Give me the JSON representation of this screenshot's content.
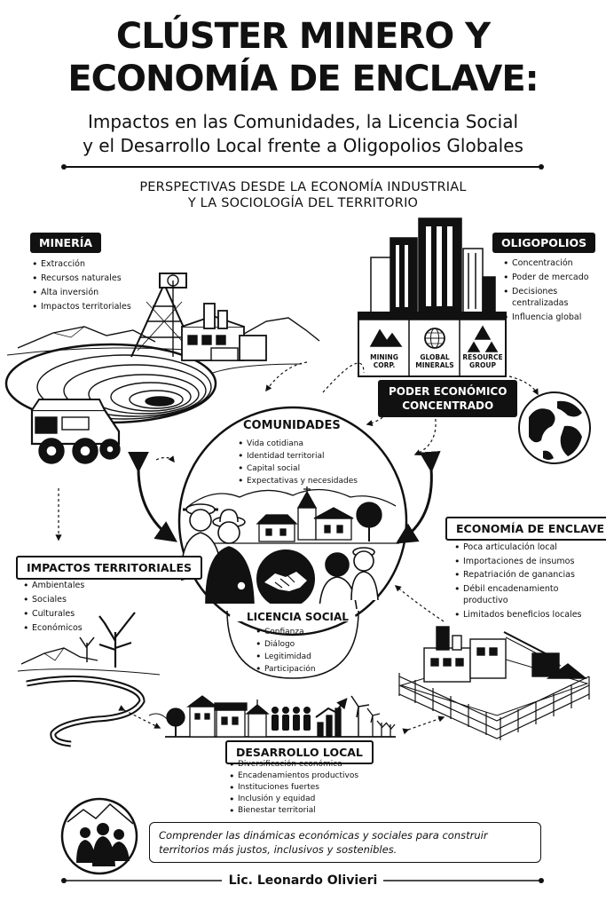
{
  "title": {
    "line1": "CLÚSTER MINERO Y",
    "line2": "ECONOMÍA DE ENCLAVE:"
  },
  "subtitle": {
    "line1": "Impactos en las Comunidades, la Licencia Social",
    "line2": "y el Desarrollo Local frente a Oligopolios Globales"
  },
  "perspective": {
    "line1": "PERSPECTIVAS DESDE LA ECONOMÍA INDUSTRIAL",
    "line2": "Y LA SOCIOLOGÍA DEL TERRITORIO"
  },
  "mineria": {
    "label": "MINERÍA",
    "items": [
      "Extracción",
      "Recursos naturales",
      "Alta inversión",
      "Impactos territoriales"
    ]
  },
  "oligopolios": {
    "label": "OLIGOPOLIOS",
    "items": [
      "Concentración",
      "Poder de mercado",
      "Decisiones centralizadas",
      "Influencia global"
    ]
  },
  "corporations": [
    {
      "line1": "MINING",
      "line2": "CORP."
    },
    {
      "line1": "GLOBAL",
      "line2": "MINERALS"
    },
    {
      "line1": "RESOURCE",
      "line2": "GROUP"
    }
  ],
  "poder": {
    "line1": "PODER ECONÓMICO",
    "line2": "CONCENTRADO"
  },
  "comunidades": {
    "label": "COMUNIDADES",
    "items": [
      "Vida cotidiana",
      "Identidad territorial",
      "Capital social",
      "Expectativas y necesidades"
    ]
  },
  "licencia": {
    "label": "LICENCIA SOCIAL",
    "items": [
      "Confianza",
      "Diálogo",
      "Legitimidad",
      "Participación"
    ]
  },
  "impactos": {
    "label": "IMPACTOS TERRITORIALES",
    "items": [
      "Ambientales",
      "Sociales",
      "Culturales",
      "Económicos"
    ]
  },
  "enclave": {
    "label": "ECONOMÍA DE ENCLAVE",
    "items": [
      "Poca articulación local",
      "Importaciones de insumos",
      "Repatriación de ganancias",
      "Débil encadenamiento productivo",
      "Limitados beneficios locales"
    ]
  },
  "desarrollo": {
    "label": "DESARROLLO LOCAL",
    "items": [
      "Diversificación económica",
      "Encadenamientos productivos",
      "Instituciones fuertes",
      "Inclusión y equidad",
      "Bienestar territorial"
    ]
  },
  "footer": {
    "quote": "Comprender las dinámicas económicas y sociales para construir territorios más justos, inclusivos y sostenibles.",
    "author": "Lic. Leonardo Olivieri"
  },
  "colors": {
    "ink": "#111111",
    "paper": "#ffffff",
    "gray": "#888888"
  }
}
